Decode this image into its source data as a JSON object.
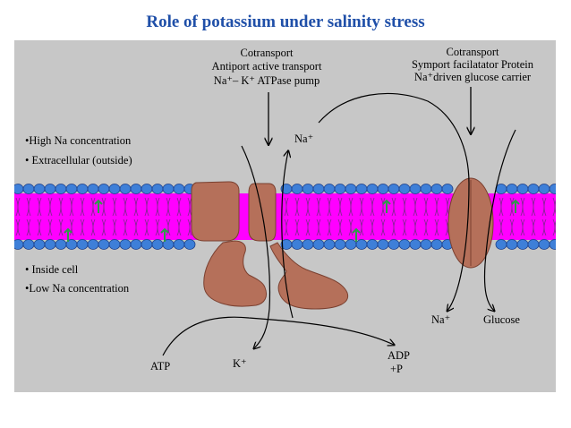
{
  "title": "Role of potassium under salinity stress",
  "left_pump": {
    "line1": "Cotransport",
    "line2": "Antiport active transport",
    "line3": "Na⁺– K⁺ ATPase pump"
  },
  "right_carrier": {
    "line1": "Cotransport",
    "line2": "Symport facilatator Protein",
    "line3": "Na⁺driven glucose carrier"
  },
  "outside_labels": [
    "•High Na concentration",
    "• Extracellular (outside)"
  ],
  "inside_labels": [
    "• Inside cell",
    "•Low Na concentration"
  ],
  "ion_labels": {
    "na_top": "Na⁺",
    "na_bottom": "Na⁺",
    "glucose": "Glucose",
    "atp": "ATP",
    "k": "K⁺",
    "adp": "ADP",
    "p": "+P"
  },
  "colors": {
    "title": "#1f4fa8",
    "panel_bg": "#c7c7c7",
    "lipid_head": "#3e7fd8",
    "lipid_tail": "#ff00ff",
    "protein": "#b5705a",
    "protein_stroke": "#7a4030",
    "cholesterol": "#2f9a4a"
  }
}
